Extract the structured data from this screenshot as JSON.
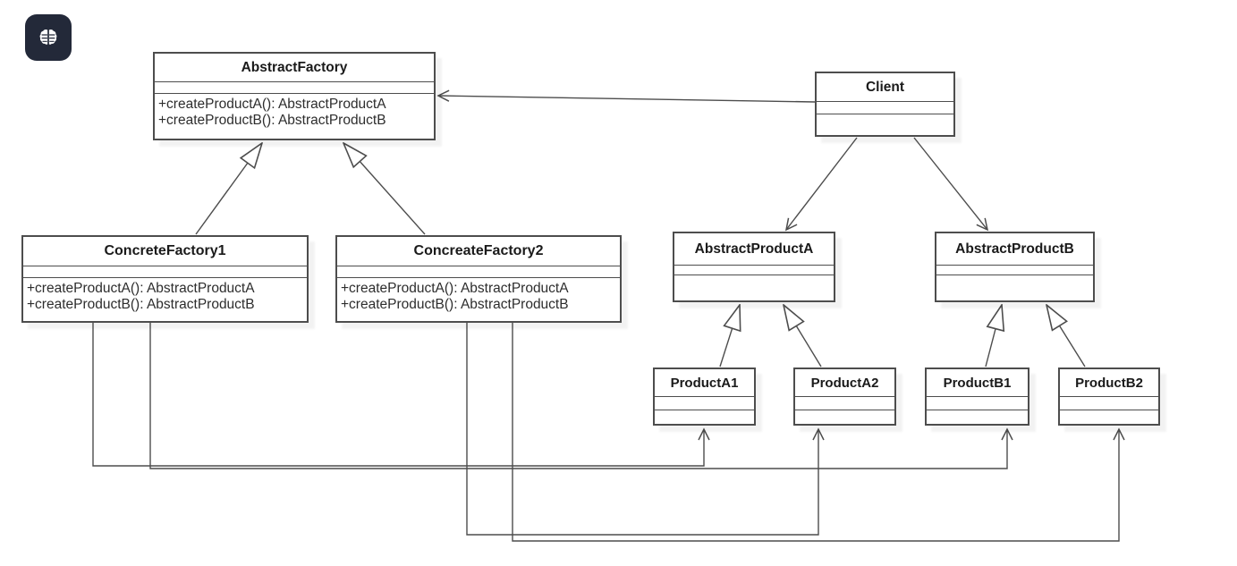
{
  "app": {
    "logo_icon": "brain-icon"
  },
  "colors": {
    "canvas_bg": "#ffffff",
    "box_bg": "#ffffff",
    "box_border": "#4d4d4d",
    "line": "#4d4d4d",
    "title_text": "#1a1a1a",
    "method_text": "#2d2d2d",
    "logo_bg": "#232939",
    "logo_glyph": "#ffffff"
  },
  "diagram": {
    "classes": [
      {
        "name": "AbstractFactory",
        "methods": [
          "+createProductA(): AbstractProductA",
          "+createProductB(): AbstractProductB"
        ]
      },
      {
        "name": "Client",
        "methods": []
      },
      {
        "name": "ConcreteFactory1",
        "methods": [
          "+createProductA(): AbstractProductA",
          "+createProductB(): AbstractProductB"
        ]
      },
      {
        "name": "ConcreateFactory2",
        "methods": [
          "+createProductA(): AbstractProductA",
          "+createProductB(): AbstractProductB"
        ]
      },
      {
        "name": "AbstractProductA",
        "methods": []
      },
      {
        "name": "AbstractProductB",
        "methods": []
      },
      {
        "name": "ProductA1",
        "methods": []
      },
      {
        "name": "ProductA2",
        "methods": []
      },
      {
        "name": "ProductB1",
        "methods": []
      },
      {
        "name": "ProductB2",
        "methods": []
      }
    ],
    "relationships": [
      {
        "from": "Client",
        "to": "AbstractFactory",
        "type": "association-arrow"
      },
      {
        "from": "Client",
        "to": "AbstractProductA",
        "type": "association-arrow"
      },
      {
        "from": "Client",
        "to": "AbstractProductB",
        "type": "association-arrow"
      },
      {
        "from": "ConcreteFactory1",
        "to": "AbstractFactory",
        "type": "generalization"
      },
      {
        "from": "ConcreateFactory2",
        "to": "AbstractFactory",
        "type": "generalization"
      },
      {
        "from": "ProductA1",
        "to": "AbstractProductA",
        "type": "generalization"
      },
      {
        "from": "ProductA2",
        "to": "AbstractProductA",
        "type": "generalization"
      },
      {
        "from": "ProductB1",
        "to": "AbstractProductB",
        "type": "generalization"
      },
      {
        "from": "ProductB2",
        "to": "AbstractProductB",
        "type": "generalization"
      },
      {
        "from": "ConcreteFactory1",
        "to": "ProductA1",
        "type": "creates-arrow"
      },
      {
        "from": "ConcreteFactory1",
        "to": "ProductB1",
        "type": "creates-arrow"
      },
      {
        "from": "ConcreateFactory2",
        "to": "ProductA2",
        "type": "creates-arrow"
      },
      {
        "from": "ConcreateFactory2",
        "to": "ProductB2",
        "type": "creates-arrow"
      }
    ]
  }
}
